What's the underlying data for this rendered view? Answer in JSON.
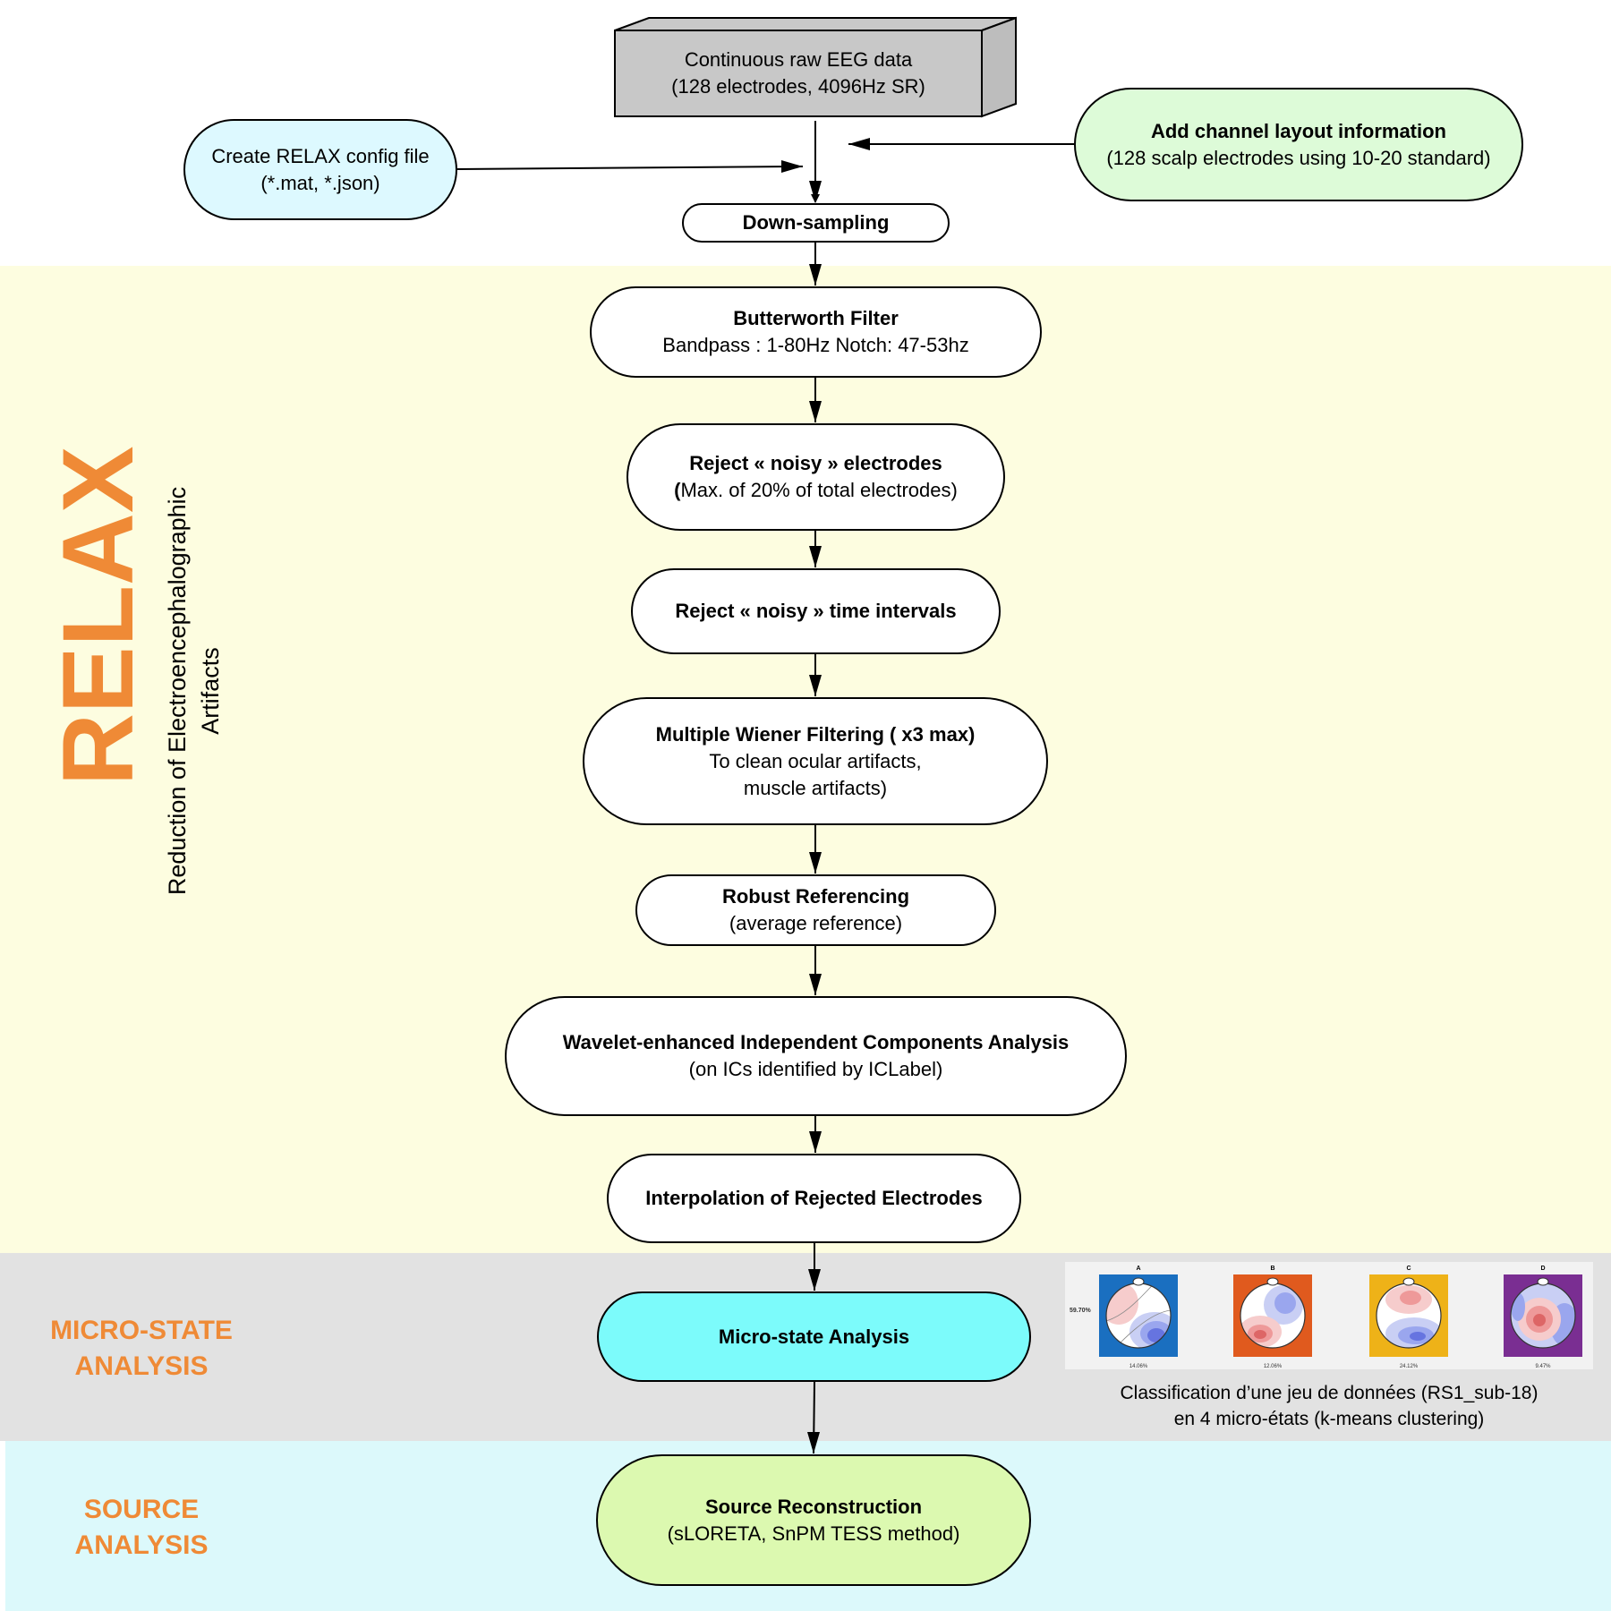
{
  "colors": {
    "relax_band": "#fdfde0",
    "microstate_band": "#e2e2e2",
    "source_band": "#dcf9fb",
    "accent_orange": "#ef8a36",
    "config_node": "#ddf9ff",
    "channel_node": "#ddfbd8",
    "microstate_node": "#7cfbfb",
    "source_node": "#dcf9b0",
    "raw_box": "#c8c8c8",
    "map_a": "#1a6fc0",
    "map_b": "#e05a1e",
    "map_c": "#eeb218",
    "map_d": "#7a2e92"
  },
  "raw_data": {
    "line1": "Continuous raw EEG data",
    "line2": "(128 electrodes, 4096Hz SR)"
  },
  "config": {
    "line1": "Create RELAX config file",
    "line2": "(*.mat, *.json)"
  },
  "channel": {
    "title": "Add channel layout information",
    "line2": "(128 scalp electrodes using 10-20 standard)"
  },
  "downsampling": {
    "title": "Down-sampling"
  },
  "butterworth": {
    "title": "Butterworth Filter",
    "line2": "Bandpass :  1-80Hz Notch: 47-53hz"
  },
  "reject_electrodes": {
    "title": "Reject « noisy » electrodes",
    "line2_bold": "(",
    "line2": "Max. of 20% of total electrodes)"
  },
  "reject_intervals": {
    "title": "Reject « noisy » time intervals"
  },
  "wiener": {
    "title": "Multiple Wiener Filtering ( x3 max)",
    "line2": "To clean ocular artifacts,",
    "line3": "muscle artifacts)"
  },
  "referencing": {
    "title": "Robust Referencing",
    "line2": "(average reference)"
  },
  "wica": {
    "title": "Wavelet-enhanced Independent Components Analysis",
    "line2": "(on ICs identified by ICLabel)"
  },
  "interpolation": {
    "title": "Interpolation of Rejected Electrodes"
  },
  "microstate": {
    "title": "Micro-state Analysis"
  },
  "source": {
    "title": "Source Reconstruction",
    "line2": "(sLORETA, SnPM TESS method)"
  },
  "relax": {
    "acronym": "RELAX",
    "full_line1": "Reduction of Electroencephalographic",
    "full_line2": "Artifacts"
  },
  "sections": {
    "microstate_line1": "MICRO-STATE",
    "microstate_line2": "ANALYSIS",
    "source_line1": "SOURCE",
    "source_line2": "ANALYSIS"
  },
  "maps": {
    "total": "59.70%",
    "items": [
      {
        "letter": "A",
        "percent": "14.06%"
      },
      {
        "letter": "B",
        "percent": "12.06%"
      },
      {
        "letter": "C",
        "percent": "24.12%"
      },
      {
        "letter": "D",
        "percent": "9.47%"
      }
    ],
    "caption_line1": "Classification d’une jeu de données (RS1_sub-18)",
    "caption_line2": "en 4 micro-états (k-means clustering)"
  }
}
